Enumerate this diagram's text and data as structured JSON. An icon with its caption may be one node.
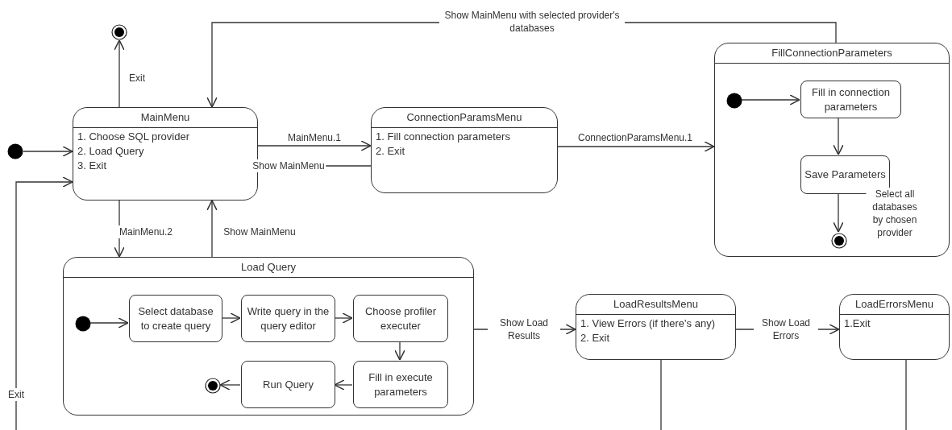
{
  "diagram": {
    "nodes": [
      {
        "text": [],
        "shape": "circle"
      },
      {
        "text": [],
        "shape": "bullseye"
      },
      {
        "text": [
          "MainMenu",
          "1. Choose SQL provider",
          "2. Load Query",
          "3. Exit"
        ]
      },
      {
        "text": [
          "ConnectionParamsMenu",
          "1. Fill connection parameters",
          "2. Exit"
        ]
      },
      {
        "text": [
          "FillConnectionParameters"
        ]
      },
      {
        "text": [],
        "shape": "circle",
        "in": 4
      },
      {
        "text": [
          "Fill in connection parameters"
        ],
        "in": 4
      },
      {
        "text": [
          "Save Parameters"
        ],
        "in": 4
      },
      {
        "text": [],
        "shape": "bullseye",
        "in": 4
      },
      {
        "text": [
          "Load Query"
        ]
      },
      {
        "text": [],
        "shape": "circle",
        "in": 9
      },
      {
        "text": [
          "Select database to create query"
        ],
        "in": 9
      },
      {
        "text": [
          "Write query in the query editor"
        ],
        "in": 9
      },
      {
        "text": [
          "Choose profiler executer"
        ],
        "in": 9
      },
      {
        "text": [
          "Fill in execute parameters"
        ],
        "in": 9
      },
      {
        "text": [
          "Run Query"
        ],
        "in": 9
      },
      {
        "text": [],
        "shape": "bullseye",
        "in": 9
      },
      {
        "text": [
          "LoadResultsMenu",
          "1. View Errors (if there's any)",
          "2. Exit"
        ]
      },
      {
        "text": [
          "LoadErrorsMenu",
          "1.Exit"
        ]
      }
    ],
    "edges": [
      {
        "from": 2,
        "to": 1,
        "arrow": "to",
        "label": "Exit"
      },
      {
        "from": 0,
        "to": 2,
        "arrow": "to"
      },
      {
        "from": null,
        "to": 2,
        "arrow": "to",
        "label": "Exit"
      },
      {
        "from": 2,
        "to": 3,
        "arrow": "to",
        "label": "MainMenu.1"
      },
      {
        "from": 3,
        "to": 2,
        "arrow": "to",
        "label": "Show MainMenu"
      },
      {
        "from": 3,
        "to": 4,
        "arrow": "to",
        "label": "ConnectionParamsMenu.1"
      },
      {
        "from": 4,
        "to": 2,
        "arrow": "to",
        "label": "Show MainMenu with selected provider's databases"
      },
      {
        "from": 5,
        "to": 6,
        "arrow": "to"
      },
      {
        "from": 6,
        "to": 7,
        "arrow": "to"
      },
      {
        "from": 7,
        "to": 8,
        "arrow": "to",
        "label": "Select all databases by chosen provider"
      },
      {
        "from": 2,
        "to": 9,
        "arrow": "to",
        "label": "MainMenu.2"
      },
      {
        "from": 9,
        "to": 2,
        "arrow": "to",
        "label": "Show MainMenu"
      },
      {
        "from": 10,
        "to": 11,
        "arrow": "to"
      },
      {
        "from": 11,
        "to": 12,
        "arrow": "to"
      },
      {
        "from": 12,
        "to": 13,
        "arrow": "to"
      },
      {
        "from": 13,
        "to": 14,
        "arrow": "to"
      },
      {
        "from": 14,
        "to": 15,
        "arrow": "to"
      },
      {
        "from": 15,
        "to": 16,
        "arrow": "to"
      },
      {
        "from": 9,
        "to": 17,
        "arrow": "to",
        "label": "Show Load Results"
      },
      {
        "from": 17,
        "to": 18,
        "arrow": "to",
        "label": "Show Load Errors"
      },
      {
        "from": 17,
        "to": null,
        "arrow": "none"
      },
      {
        "from": 18,
        "to": null,
        "arrow": "none"
      }
    ]
  }
}
